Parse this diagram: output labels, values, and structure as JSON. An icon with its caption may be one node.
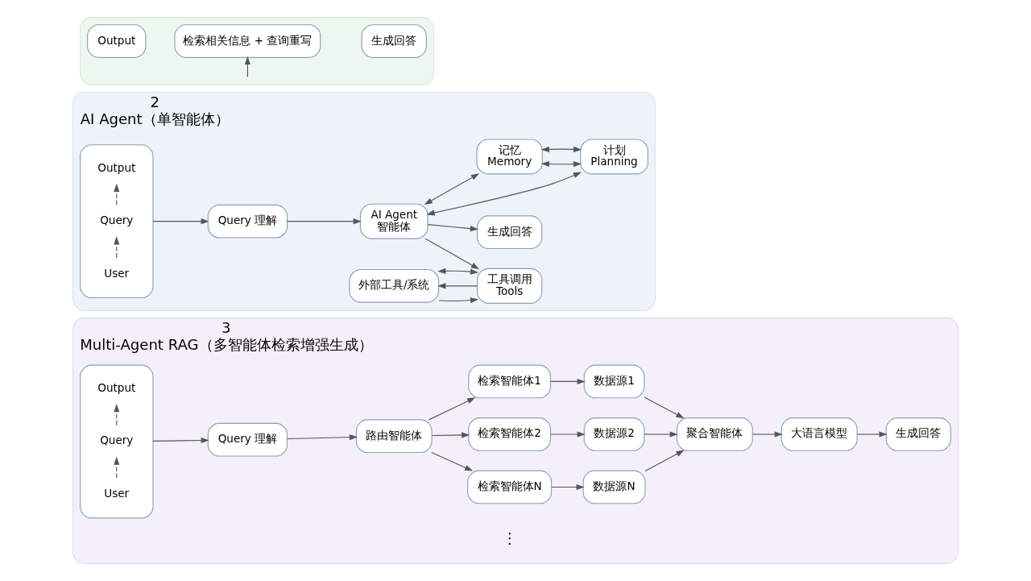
{
  "diagram": {
    "nodes": [
      {
        "text": [],
        "shape": "box"
      },
      {
        "text": [
          "Output"
        ],
        "in": 0
      },
      {
        "text": [
          "检索相关信息 + 查询重写"
        ],
        "in": 0
      },
      {
        "text": [
          "生成回答"
        ],
        "in": 0
      },
      {
        "text": [
          "2",
          "AI Agent（单智能体）"
        ]
      },
      {
        "text": [],
        "shape": "box",
        "in": 4
      },
      {
        "text": [
          "User"
        ],
        "in": 5
      },
      {
        "text": [
          "Query"
        ],
        "in": 5
      },
      {
        "text": [
          "Output"
        ],
        "in": 5
      },
      {
        "text": [
          "Query 理解"
        ],
        "in": 4
      },
      {
        "text": [
          "记忆",
          "Memory"
        ],
        "in": 4
      },
      {
        "text": [
          "计划",
          "Planning"
        ],
        "in": 4
      },
      {
        "text": [
          "AI Agent",
          "智能体"
        ],
        "in": 4
      },
      {
        "text": [
          "工具调用",
          "Tools"
        ],
        "in": 4
      },
      {
        "text": [
          "外部工具/系统"
        ],
        "in": 4
      },
      {
        "text": [
          "生成回答"
        ],
        "in": 4
      },
      {
        "text": [
          "3",
          "Multi-Agent RAG（多智能体检索增强生成）"
        ]
      },
      {
        "text": [],
        "shape": "box",
        "in": 16
      },
      {
        "text": [
          "User"
        ],
        "in": 17
      },
      {
        "text": [
          "Query"
        ],
        "in": 17
      },
      {
        "text": [
          "Output"
        ],
        "in": 17
      },
      {
        "text": [
          "Query 理解"
        ],
        "in": 16
      },
      {
        "text": [
          "路由智能体"
        ],
        "in": 16
      },
      {
        "text": [
          "检索智能体1"
        ],
        "in": 16
      },
      {
        "text": [
          "检索智能体2"
        ],
        "in": 16
      },
      {
        "text": [
          "检索智能体N"
        ],
        "in": 16
      },
      {
        "text": [
          "数据源1"
        ],
        "in": 16
      },
      {
        "text": [
          "数据源2"
        ],
        "in": 16
      },
      {
        "text": [
          "数据源N"
        ],
        "in": 16
      },
      {
        "text": [
          "聚合智能体"
        ],
        "in": 16
      },
      {
        "text": [
          "大语言模型"
        ],
        "in": 16
      },
      {
        "text": [
          "生成回答"
        ],
        "in": 16
      }
    ],
    "edges": [
      {
        "from": null,
        "to": 2,
        "arrow": "to"
      },
      {
        "from": 6,
        "to": 7,
        "arrow": "to",
        "style": "dashed"
      },
      {
        "from": 7,
        "to": 8,
        "arrow": "to",
        "style": "dashed"
      },
      {
        "from": 5,
        "to": 9,
        "arrow": "to"
      },
      {
        "from": 9,
        "to": 12,
        "arrow": "to"
      },
      {
        "from": 10,
        "to": 11,
        "arrow": "both"
      },
      {
        "from": 10,
        "to": 11,
        "arrow": "both"
      },
      {
        "from": 12,
        "to": 10,
        "arrow": "both"
      },
      {
        "from": 12,
        "to": 11,
        "arrow": "both"
      },
      {
        "from": 12,
        "to": 13,
        "arrow": "to"
      },
      {
        "from": 13,
        "to": 14,
        "arrow": "to"
      },
      {
        "from": 13,
        "to": 14,
        "arrow": "both"
      },
      {
        "from": 14,
        "to": 13,
        "arrow": "to"
      },
      {
        "from": 12,
        "to": 15,
        "arrow": "to"
      },
      {
        "from": 18,
        "to": 19,
        "arrow": "to",
        "style": "dashed"
      },
      {
        "from": 19,
        "to": 20,
        "arrow": "to",
        "style": "dashed"
      },
      {
        "from": 17,
        "to": 21,
        "arrow": "to"
      },
      {
        "from": 21,
        "to": 22,
        "arrow": "to"
      },
      {
        "from": 22,
        "to": 23,
        "arrow": "to"
      },
      {
        "from": 22,
        "to": 24,
        "arrow": "to"
      },
      {
        "from": 22,
        "to": 25,
        "arrow": "to"
      },
      {
        "from": 23,
        "to": 26,
        "arrow": "to"
      },
      {
        "from": 24,
        "to": 27,
        "arrow": "to"
      },
      {
        "from": 25,
        "to": 28,
        "arrow": "to"
      },
      {
        "from": 26,
        "to": 29,
        "arrow": "to"
      },
      {
        "from": 27,
        "to": 29,
        "arrow": "to"
      },
      {
        "from": 28,
        "to": 29,
        "arrow": "to"
      },
      {
        "from": 29,
        "to": 30,
        "arrow": "to"
      },
      {
        "from": 30,
        "to": 31,
        "arrow": "to"
      }
    ],
    "labels": [
      "⋮"
    ]
  }
}
